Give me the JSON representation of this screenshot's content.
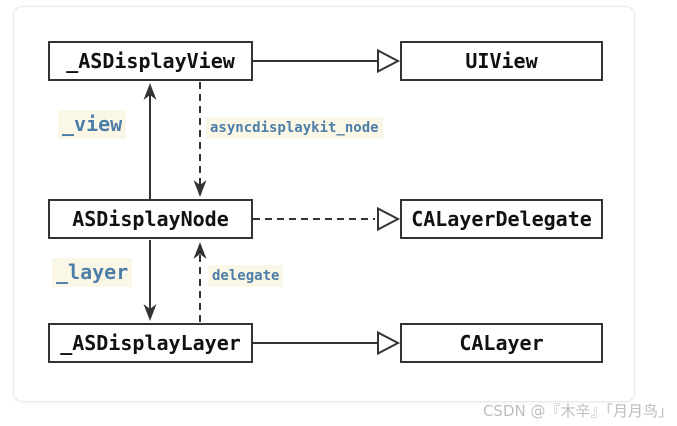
{
  "diagram": {
    "nodes": [
      {
        "id": "asdisplayview",
        "label": "_ASDisplayView"
      },
      {
        "id": "uiview",
        "label": "UIView"
      },
      {
        "id": "asdisplaynode",
        "label": "ASDisplayNode"
      },
      {
        "id": "calayerdelegate",
        "label": "CALayerDelegate"
      },
      {
        "id": "asdisplaylayer",
        "label": "_ASDisplayLayer"
      },
      {
        "id": "calayer",
        "label": "CALayer"
      }
    ],
    "edges": [
      {
        "from": "_ASDisplayView",
        "to": "UIView",
        "style": "solid",
        "type": "inheritance",
        "label": ""
      },
      {
        "from": "ASDisplayNode",
        "to": "CALayerDelegate",
        "style": "dashed",
        "type": "realization",
        "label": ""
      },
      {
        "from": "_ASDisplayLayer",
        "to": "CALayer",
        "style": "solid",
        "type": "inheritance",
        "label": ""
      },
      {
        "from": "ASDisplayNode",
        "to": "_ASDisplayView",
        "style": "solid",
        "type": "reference",
        "label": "_view"
      },
      {
        "from": "_ASDisplayView",
        "to": "ASDisplayNode",
        "style": "dashed",
        "type": "reference",
        "label": "asyncdisplaykit_node"
      },
      {
        "from": "ASDisplayNode",
        "to": "_ASDisplayLayer",
        "style": "solid",
        "type": "reference",
        "label": "_layer"
      },
      {
        "from": "_ASDisplayLayer",
        "to": "ASDisplayNode",
        "style": "dashed",
        "type": "reference",
        "label": "delegate"
      }
    ],
    "colors": {
      "box_border": "#333333",
      "box_text": "#111111",
      "edge_label_text": "#4d7ea8",
      "edge_label_highlight": "#fbf7e6",
      "watermark_text": "#bdbdbd",
      "card_border": "#e9e9e9"
    }
  },
  "watermark": {
    "text": "CSDN @『木辛』「月月鸟」"
  }
}
